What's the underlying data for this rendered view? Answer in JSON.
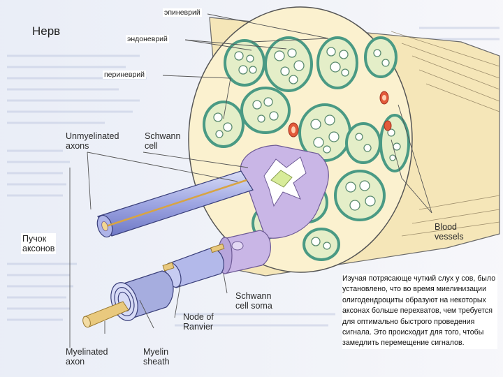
{
  "title": "Нерв",
  "labels": {
    "epineurium": "эпиневрий",
    "endoneurium": "эндоневрий",
    "perineurium": "периневрий",
    "unmyelinated_1": "Unmyelinated",
    "unmyelinated_2": "axons",
    "schwann_1": "Schwann",
    "schwann_2": "cell",
    "bundle_1": "Пучок",
    "bundle_2": "аксонов",
    "blood_1": "Blood",
    "blood_2": "vessels",
    "soma_1": "Schwann",
    "soma_2": "cell soma",
    "node_1": "Node of",
    "node_2": "Ranvier",
    "myelinated_1": "Myelinated",
    "myelinated_2": "axon",
    "sheath_1": "Myelin",
    "sheath_2": "sheath"
  },
  "caption": "Изучая потрясающе чуткий слух у сов, было установлено, что во время миелинизации олигодендроциты образуют на некоторых аксонах больше перехватов, чем требуется для оптимально быстрого проведения сигнала. Это происходит для того, чтобы замедлить перемещение сигналов.",
  "colors": {
    "fascicle_fill": "#e4eec8",
    "perineurium": "#4a9a84",
    "nerve_body": "#fbf1cf",
    "schwann_cell": "#c9b6e6",
    "myelin": "#b3b9ea",
    "axon": "#e9c97e",
    "blood_vessel": "#e25a3a"
  }
}
